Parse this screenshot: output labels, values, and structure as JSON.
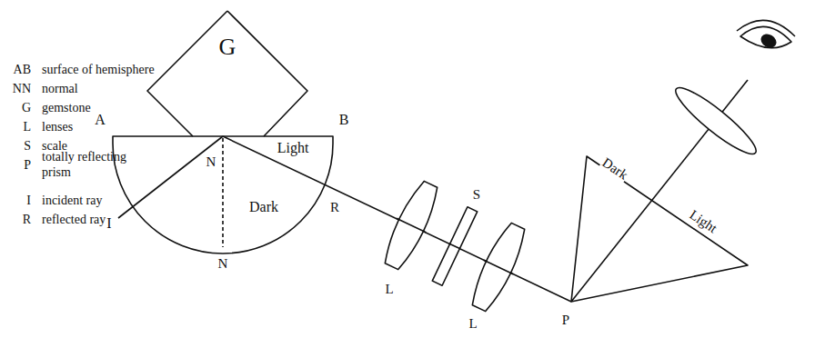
{
  "diagram": {
    "labels": [
      "AB",
      "surface of hemisphere",
      "NN",
      "normal",
      "G",
      "gemstone",
      "L",
      "lenses",
      "S",
      "scale",
      "P",
      "totally reflecting prism",
      "I",
      "incident ray",
      "R",
      "reflected ray",
      "G",
      "A",
      "B",
      "Light",
      "N",
      "Dark",
      "R",
      "I",
      "N",
      "L",
      "S",
      "L",
      "Dark",
      "Light",
      "P"
    ]
  }
}
